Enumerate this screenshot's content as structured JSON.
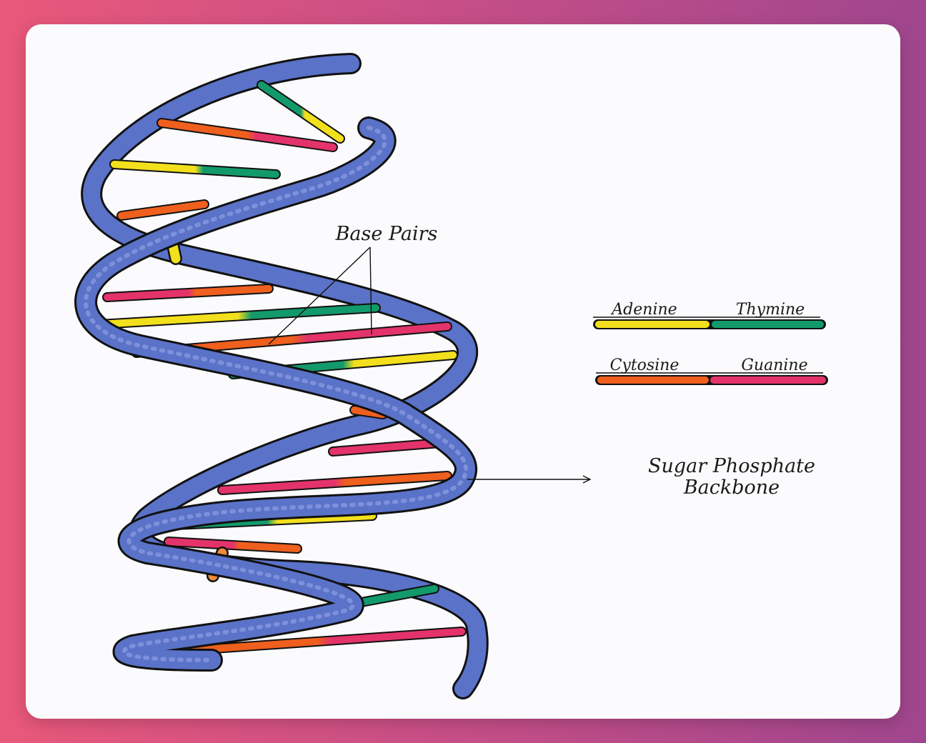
{
  "diagram": {
    "labels": {
      "base_pairs": "Base Pairs",
      "adenine": "Adenine",
      "thymine": "Thymine",
      "cytosine": "Cytosine",
      "guanine": "Guanine",
      "backbone_line1": "Sugar Phosphate",
      "backbone_line2": "Backbone"
    },
    "colors": {
      "backbone": "#5a72c8",
      "backbone_dark": "#2e3f86",
      "adenine": "#f3e01c",
      "thymine": "#139a6a",
      "cytosine": "#ef5f1e",
      "guanine": "#e3336a",
      "outline": "#111111"
    }
  }
}
